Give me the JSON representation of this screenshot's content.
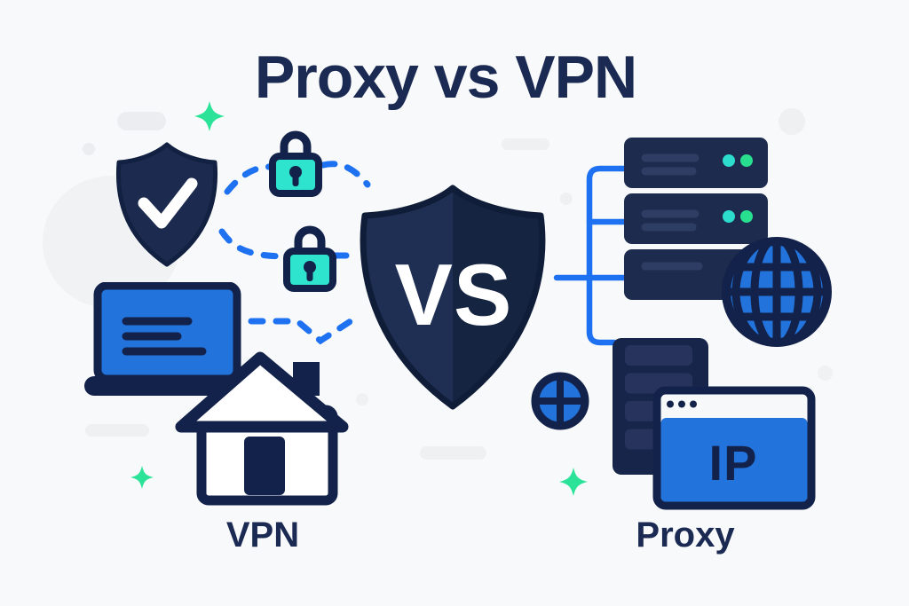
{
  "title": "Proxy vs VPN",
  "center": {
    "vs_label": "VS"
  },
  "vpn_side": {
    "label": "VPN"
  },
  "proxy_side": {
    "label": "Proxy",
    "browser_text": "IP"
  },
  "colors": {
    "background": "#f8f9fa",
    "navy_text": "#1b2a52",
    "navy_outline": "#13224a",
    "navy_fill": "#1d2c4e",
    "vs_shield_left": "#1e2f53",
    "vs_shield_right": "#152440",
    "blue_fill": "#2273db",
    "line_blue": "#1e72f2",
    "lock_teal": "#2ee4cf",
    "sparkle_green": "#2ae398",
    "dot_cyan": "#2cdccd",
    "dot_green": "#28df90",
    "decor_gray": "#eef0f2",
    "white": "#ffffff"
  },
  "icons": {
    "shield_check": "shield-check-icon",
    "padlock": "padlock-icon",
    "laptop": "laptop-icon",
    "house": "house-icon",
    "vs_shield": "vs-shield-icon",
    "server_stack": "server-stack-icon",
    "globe": "globe-icon",
    "globe_small": "globe-small-icon",
    "server_tower": "server-tower-icon",
    "browser_ip": "browser-ip-icon",
    "sparkle": "sparkle-icon"
  }
}
